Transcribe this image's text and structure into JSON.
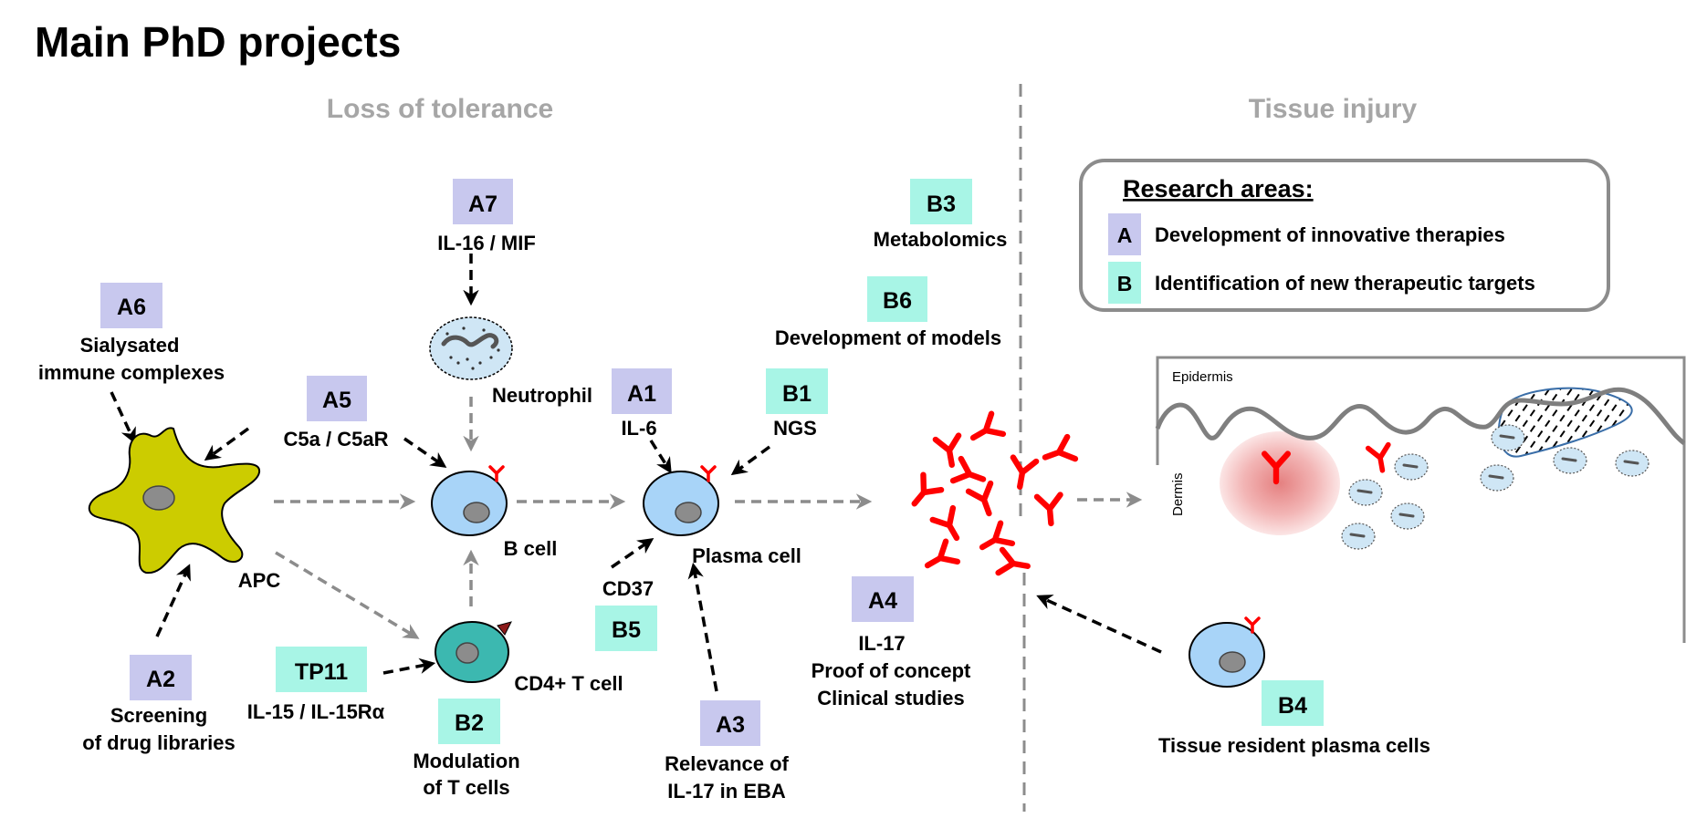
{
  "title": "Main PhD projects",
  "sections": {
    "left": "Loss of tolerance",
    "right": "Tissue injury"
  },
  "colors": {
    "area_a": "#c8c8ee",
    "area_b": "#a8f5e6",
    "section_heading": "#a6a6a6",
    "antibody": "#ff0000",
    "b_cell": "#a8d4f8",
    "apc": "#cccc00",
    "t_cell": "#3cb8b0",
    "tissue_line": "#7f7f7f"
  },
  "legend": {
    "title": "Research areas:",
    "items": [
      {
        "code": "A",
        "text": "Development of innovative therapies",
        "area": "a"
      },
      {
        "code": "B",
        "text": "Identification of new therapeutic targets",
        "area": "b"
      }
    ]
  },
  "projects": [
    {
      "code": "A7",
      "area": "a",
      "lines": [
        "IL-16 / MIF"
      ]
    },
    {
      "code": "B3",
      "area": "b",
      "lines": [
        "Metabolomics"
      ]
    },
    {
      "code": "B6",
      "area": "b",
      "lines": [
        "Development of models"
      ]
    },
    {
      "code": "A6",
      "area": "a",
      "lines": [
        "Sialysated",
        "immune complexes"
      ]
    },
    {
      "code": "A5",
      "area": "a",
      "lines": [
        "C5a / C5aR"
      ]
    },
    {
      "code": "A1",
      "area": "a",
      "lines": [
        "IL-6"
      ]
    },
    {
      "code": "B1",
      "area": "b",
      "lines": [
        "NGS"
      ]
    },
    {
      "code": "A2",
      "area": "a",
      "lines": [
        "Screening",
        "of drug libraries"
      ]
    },
    {
      "code": "TP11",
      "area": "b",
      "lines": [
        "IL-15 / IL-15Rα"
      ]
    },
    {
      "code": "B2",
      "area": "b",
      "lines": [
        "Modulation",
        "of T cells"
      ]
    },
    {
      "code": "B5",
      "area": "b",
      "lines": [
        "CD37"
      ]
    },
    {
      "code": "A3",
      "area": "a",
      "lines": [
        "Relevance of",
        "IL-17 in EBA"
      ]
    },
    {
      "code": "A4",
      "area": "a",
      "lines": [
        "IL-17",
        "Proof of concept",
        "Clinical studies"
      ]
    },
    {
      "code": "B4",
      "area": "b",
      "lines": [
        "Tissue resident plasma cells"
      ]
    }
  ],
  "cells": {
    "apc": "APC",
    "neutrophil": "Neutrophil",
    "b_cell": "B cell",
    "plasma_cell": "Plasma cell",
    "t_cell": "CD4+ T cell"
  },
  "tissue": {
    "epidermis": "Epidermis",
    "dermis": "Dermis"
  }
}
